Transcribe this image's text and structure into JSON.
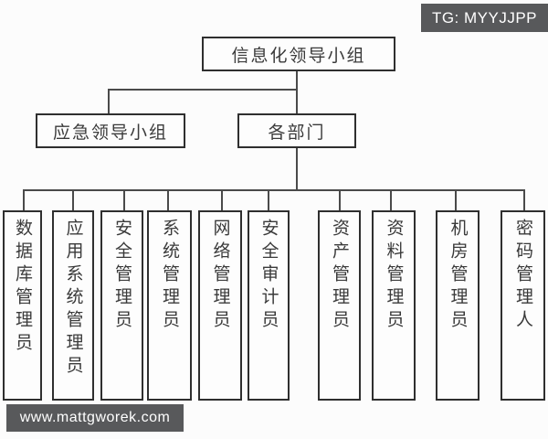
{
  "overlays": {
    "tg_badge": "TG: MYYJJPP",
    "site_watermark": "www.mattgworek.com"
  },
  "colors": {
    "background": "#fcfcfc",
    "box_border": "#2f2f2f",
    "line": "#4a4a4a",
    "text": "#3a3a3a",
    "overlay_bg": "#58595b",
    "overlay_text": "#ffffff"
  },
  "org_chart": {
    "root": {
      "label": "信息化领导小组"
    },
    "level2": [
      {
        "label": "应急领导小组"
      },
      {
        "label": "各部门"
      }
    ],
    "roles": [
      {
        "label": "数据库管理员"
      },
      {
        "label": "应用系统管理员"
      },
      {
        "label": "安全管理员"
      },
      {
        "label": "系统管理员"
      },
      {
        "label": "网络管理员"
      },
      {
        "label": "安全审计员"
      },
      {
        "label": "资产管理员"
      },
      {
        "label": "资料管理员"
      },
      {
        "label": "机房管理员"
      },
      {
        "label": "密码管理人"
      }
    ]
  }
}
